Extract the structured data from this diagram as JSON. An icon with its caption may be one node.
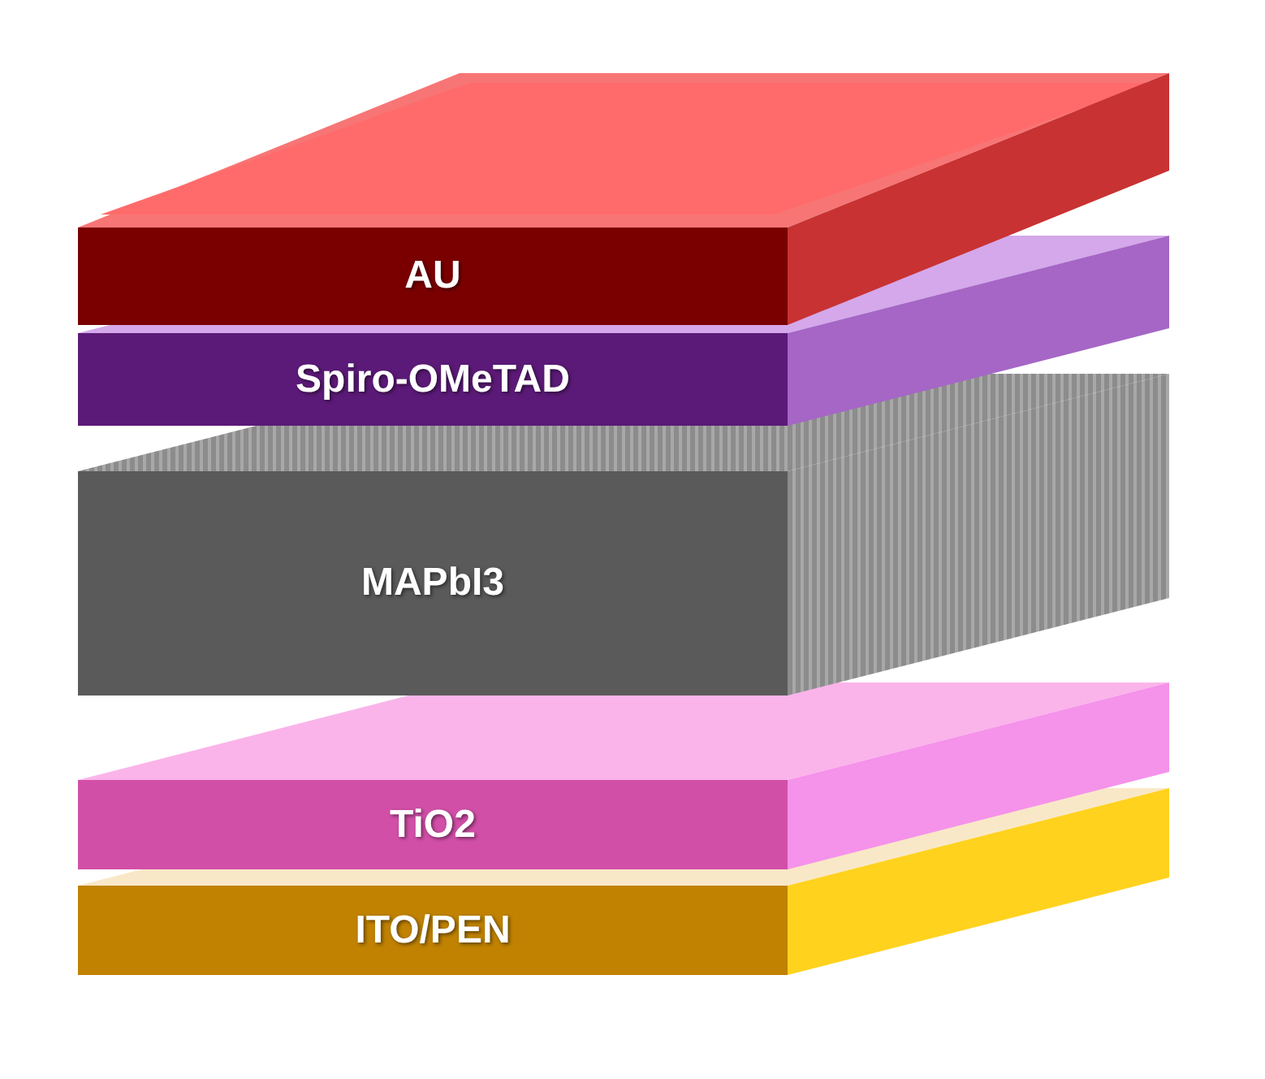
{
  "diagram": {
    "nodes": [
      {
        "text": [
          "AU"
        ]
      },
      {
        "text": [
          "Spiro-OMeTAD"
        ]
      },
      {
        "text": [
          "MAPbI3"
        ]
      },
      {
        "text": [
          "TiO2"
        ]
      },
      {
        "text": [
          "ITO/PEN"
        ]
      }
    ]
  }
}
